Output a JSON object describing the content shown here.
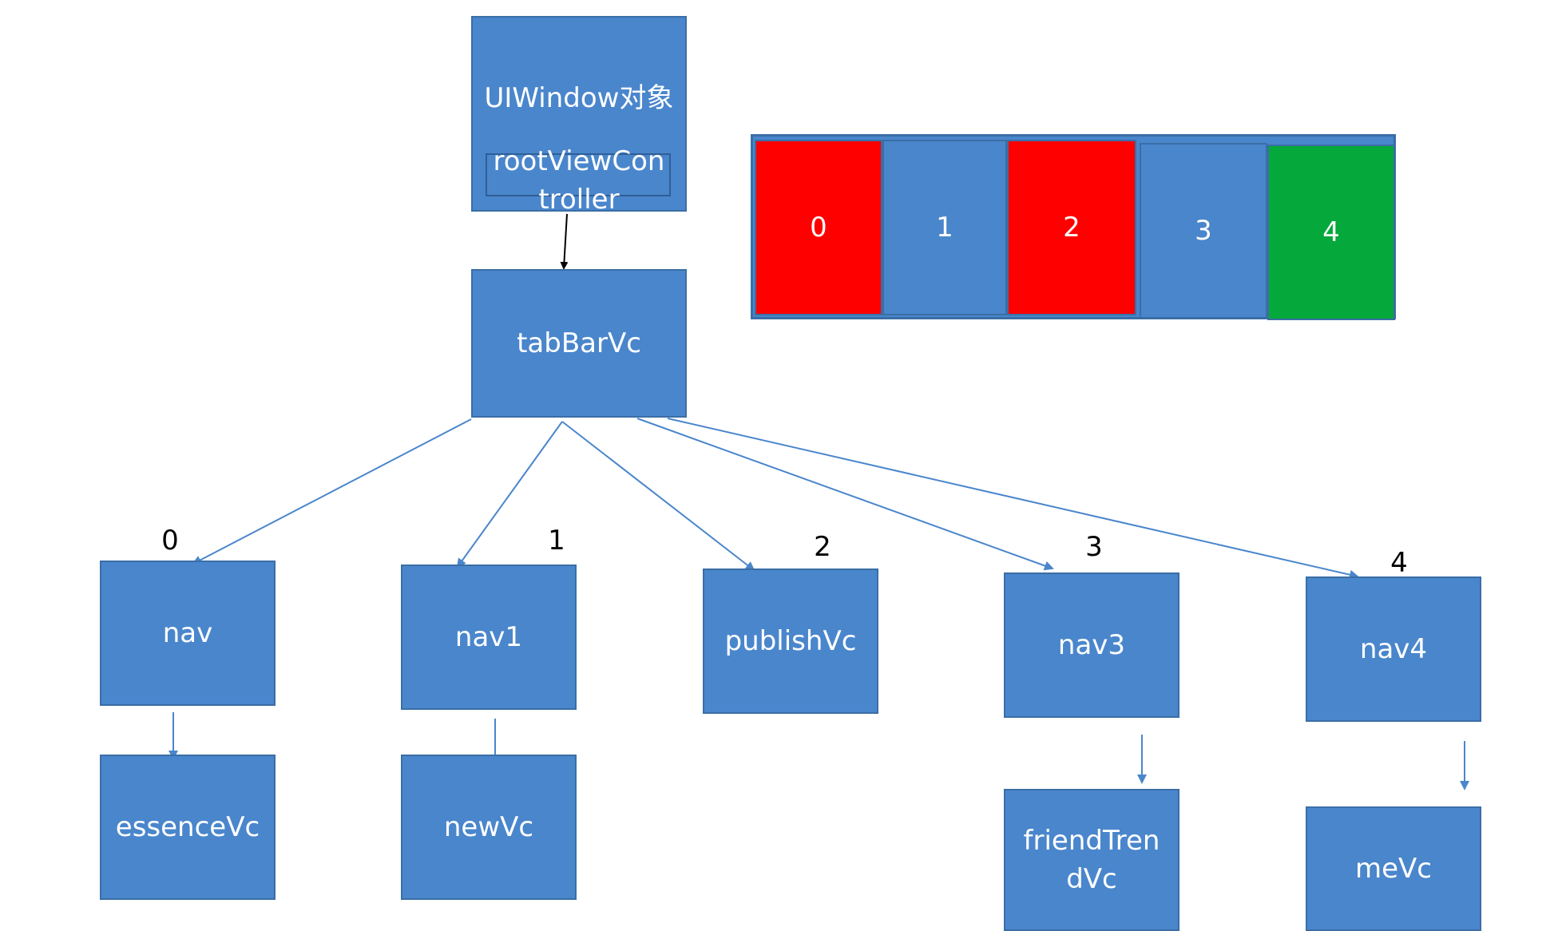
{
  "window": {
    "title": "UIWindow对象",
    "root_property": "rootViewController"
  },
  "tab_bar_controller": {
    "label": "tabBarVc"
  },
  "tab_bar": {
    "cells": [
      {
        "label": "0",
        "color": "#ff0000"
      },
      {
        "label": "1",
        "color": "#4a86cc"
      },
      {
        "label": "2",
        "color": "#ff0000"
      },
      {
        "label": "3",
        "color": "#4a86cc"
      },
      {
        "label": "4",
        "color": "#05a83a"
      }
    ]
  },
  "children": [
    {
      "index": "0",
      "nav": "nav",
      "child": "essenceVc"
    },
    {
      "index": "1",
      "nav": "nav1",
      "child": "newVc"
    },
    {
      "index": "2",
      "nav": "publishVc",
      "child": ""
    },
    {
      "index": "3",
      "nav": "nav3",
      "child": "friendTrendVc"
    },
    {
      "index": "4",
      "nav": "nav4",
      "child": "meVc"
    }
  ],
  "colors": {
    "box_fill": "#4a86cc",
    "box_border": "#3a6ea5",
    "red": "#ff0000",
    "green": "#05a83a"
  }
}
